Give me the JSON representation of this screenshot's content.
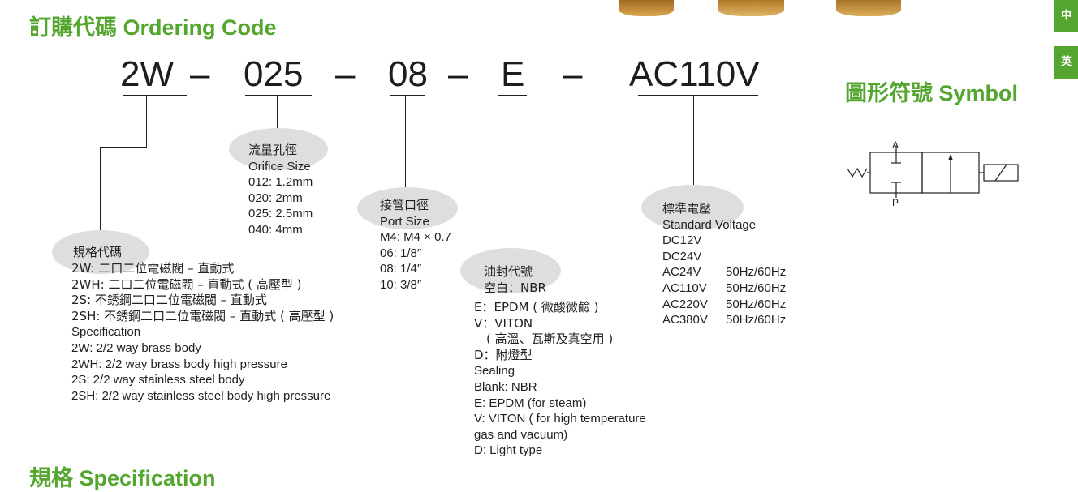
{
  "ordering_title": "訂購代碼 Ordering Code",
  "code": {
    "part1": "2W",
    "dash": "–",
    "part2": "025",
    "part3": "08",
    "part4": "E",
    "part5": "AC110V"
  },
  "symbol_title": "圖形符號 Symbol",
  "symbol": {
    "port_a": "A",
    "port_p": "P"
  },
  "specification_title": "規格 Specification",
  "groups": {
    "spec": {
      "heading": "規格代碼",
      "lines": [
        "2W:  二口二位電磁閥 – 直動式",
        "2WH: 二口二位電磁閥 – 直動式 ( 高壓型 )",
        "2S:  不銹鋼二口二位電磁閥 – 直動式",
        "2SH: 不銹鋼二口二位電磁閥 – 直動式 ( 高壓型 )",
        "Specification",
        "2W: 2/2 way brass body",
        "2WH: 2/2 way brass body high pressure",
        "2S: 2/2 way stainless steel body",
        "2SH:  2/2 way stainless steel body high pressure"
      ]
    },
    "orifice": {
      "heading": "流量孔徑",
      "lines": [
        "Orifice Size",
        "012: 1.2mm",
        "020: 2mm",
        "025: 2.5mm",
        "040: 4mm"
      ]
    },
    "port": {
      "heading": "接管口徑",
      "lines": [
        "Port Size",
        "M4: M4 × 0.7",
        "06: 1/8″",
        "08: 1/4″",
        "10: 3/8″"
      ]
    },
    "seal": {
      "heading": "油封代號",
      "lines": [
        "空白：NBR",
        "E：EPDM ( 微酸微鹼 )",
        "V：VITON",
        "　( 高溫、瓦斯及真空用 )",
        "D：附燈型",
        "Sealing",
        "Blank: NBR",
        "E: EPDM (for steam)",
        "V: VITON ( for high temperature",
        "   gas and vacuum)",
        "D: Light type"
      ]
    },
    "voltage": {
      "heading": "標準電壓",
      "lines": [
        "Standard Voltage",
        "DC12V",
        "DC24V"
      ],
      "ac_rows": [
        {
          "v": "AC24V",
          "hz": "50Hz/60Hz"
        },
        {
          "v": "AC110V",
          "hz": "50Hz/60Hz"
        },
        {
          "v": "AC220V",
          "hz": "50Hz/60Hz"
        },
        {
          "v": "AC380V",
          "hz": "50Hz/60Hz"
        }
      ]
    }
  },
  "colors": {
    "brand_green": "#55a630",
    "bubble_gray": "#dedede",
    "brass": "#c8953e"
  },
  "side_tabs": [
    "中",
    "英"
  ]
}
